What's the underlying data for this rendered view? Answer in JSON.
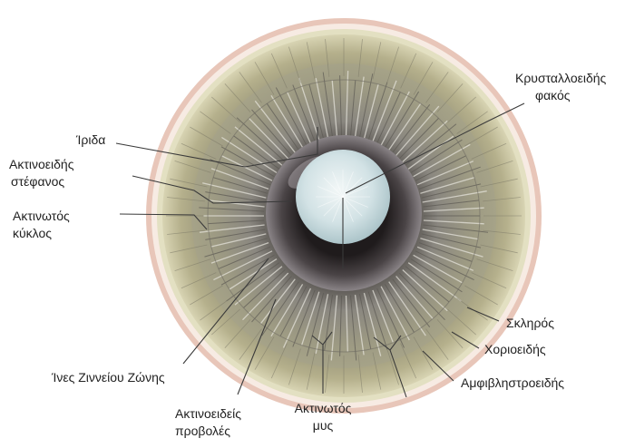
{
  "labels": {
    "lens": [
      "Κρυσταλλοειδής",
      "φακός"
    ],
    "iris": "Ίριδα",
    "ciliary_crown": [
      "Ακτινοειδής",
      "στέφανος"
    ],
    "ciliary_ring": [
      "Ακτινωτός",
      "κύκλος"
    ],
    "zonule_fibers": "Ίνες Ζιννείου Ζώνης",
    "ciliary_processes": [
      "Ακτινοειδείς",
      "προβολές"
    ],
    "ciliary_muscle": [
      "Ακτινωτός",
      "μυς"
    ],
    "sclera": "Σκληρός",
    "choroid": "Χοριοειδής",
    "retina": "Αμφιβληστροειδής"
  },
  "colors": {
    "sclera": "#e9c9bd",
    "choroid": "#f6e7de",
    "retina": "#c9c49f",
    "ciliary_body": "#8d8a72",
    "iris": "#3a3536",
    "lens": "#cfe0e3",
    "leader": "#3a3a3a"
  }
}
